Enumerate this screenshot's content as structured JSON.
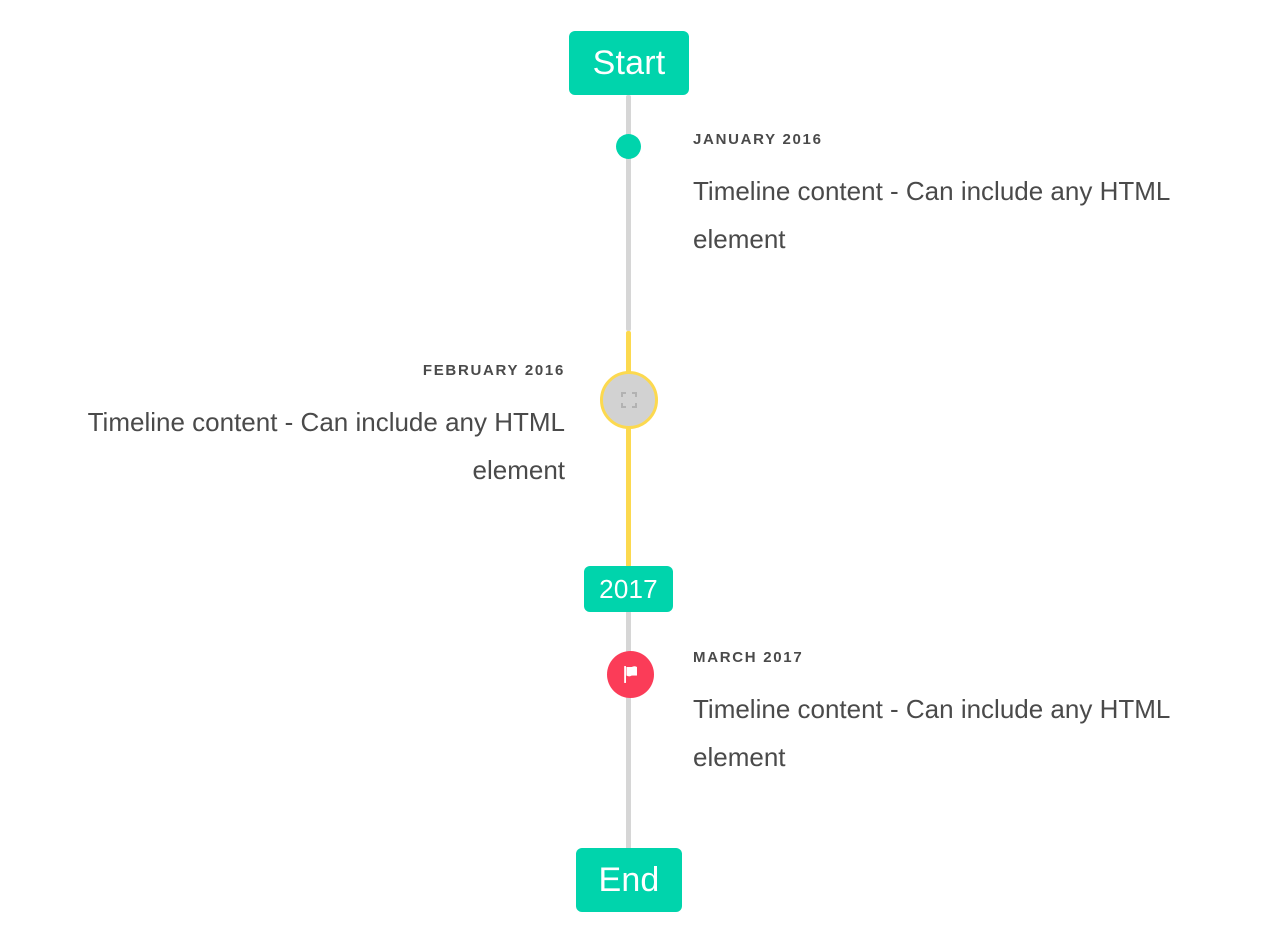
{
  "page": {
    "title": "Vertical Timeline",
    "background_color": "#ffffff"
  },
  "colors": {
    "accent_teal": "#00d4ac",
    "accent_yellow": "#fcd94f",
    "accent_pink": "#fb3c58",
    "line_gray": "#d6d6d6",
    "marker_gray": "#d2d2d2",
    "text_gray": "#4a4a4a"
  },
  "timeline": {
    "start_badge": {
      "label": "Start",
      "color": "#00d4ac"
    },
    "middle_badge": {
      "label": "2017",
      "color": "#00d4ac"
    },
    "end_badge": {
      "label": "End",
      "color": "#00d4ac"
    },
    "segments": [
      {
        "name": "start-to-february",
        "color": "#d6d6d6"
      },
      {
        "name": "february-run",
        "color": "#fcd94f"
      },
      {
        "name": "2017-to-end",
        "color": "#d6d6d6"
      }
    ],
    "entries": [
      {
        "date": "JANUARY 2016",
        "body": "Timeline content - Can include any HTML element",
        "side": "right",
        "marker": {
          "type": "dot",
          "icon": "dot-icon",
          "fill": "#00d4ac"
        }
      },
      {
        "date": "FEBRUARY 2016",
        "body": "Timeline content - Can include any HTML element",
        "side": "left",
        "marker": {
          "type": "image",
          "icon": "broken-image-icon",
          "fill": "#d2d2d2",
          "border": "#fcd94f"
        }
      },
      {
        "date": "MARCH 2017",
        "body": "Timeline content - Can include any HTML element",
        "side": "right",
        "marker": {
          "type": "flag",
          "icon": "flag-icon",
          "fill": "#fb3c58"
        }
      }
    ]
  }
}
